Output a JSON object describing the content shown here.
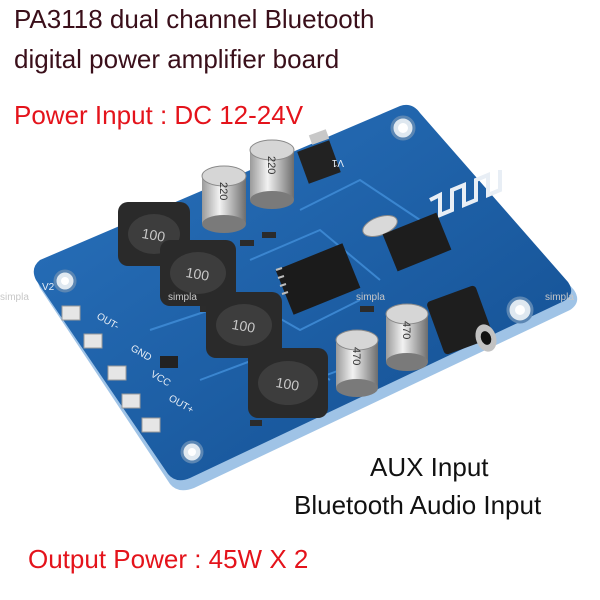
{
  "title_line1": "PA3118 dual channel Bluetooth",
  "title_line2": "digital power amplifier board",
  "power_input": "Power Input : DC 12-24V",
  "aux_input": "AUX Input",
  "bluetooth_input": "Bluetooth Audio Input",
  "output_power": "Output Power :  45W X 2",
  "watermark": "simpla",
  "board_labels": {
    "inductor": "100",
    "cap_left": "220",
    "cap_right": "470",
    "v2": "V2",
    "v1": "V1",
    "out_minus": "OUT-",
    "out_plus": "OUT+",
    "gnd": "GND",
    "vcc": "VCC"
  },
  "colors": {
    "board": "#1a5fa8",
    "board_edge": "#8fb6dd",
    "title_text": "#3a0f1a",
    "accent_red": "#e4131b"
  }
}
